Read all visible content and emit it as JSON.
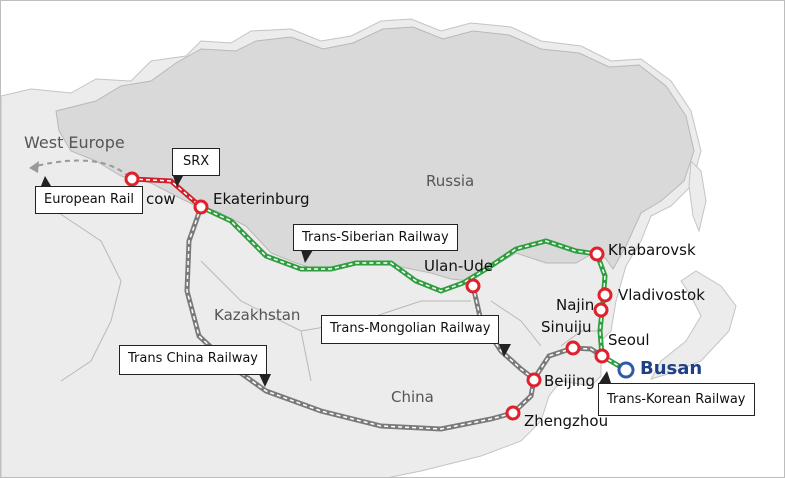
{
  "colors": {
    "sea": "#ffffff",
    "land_gray": "#d9d9d9",
    "land_light": "#ececec",
    "border": "#b8b8b8",
    "rail_green": "#2e9e3e",
    "rail_gray": "#7a7a7a",
    "rail_red": "#d0202a",
    "station_ring": "#e0202b",
    "busan_ring": "#2e5aa8",
    "busan_text": "#1f3f87"
  },
  "regions": {
    "russia": "Russia",
    "kazakhstan": "Kazakhstan",
    "china": "China",
    "west_europe": "West Europe"
  },
  "cities": {
    "moscow": "cow",
    "ekaterinburg": "Ekaterinburg",
    "ulan_ude": "Ulan-Ude",
    "khabarovsk": "Khabarovsk",
    "vladivostok": "Vladivostok",
    "najin": "Najin",
    "sinuiju": "Sinuiju",
    "seoul": "Seoul",
    "beijing": "Beijing",
    "zhengzhou": "Zhengzhou",
    "busan": "Busan"
  },
  "routes": {
    "srx": "SRX",
    "european_rail": "European Rail",
    "trans_siberian": "Trans-Siberian Railway",
    "trans_mongolian": "Trans-Mongolian Railway",
    "trans_china": "Trans China Railway",
    "trans_korean": "Trans-Korean Railway"
  }
}
